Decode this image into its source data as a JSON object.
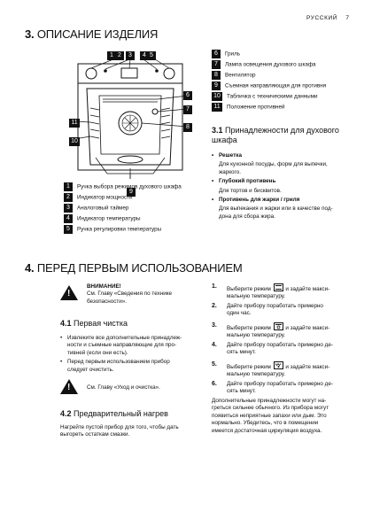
{
  "header": {
    "lang": "РУССКИЙ",
    "page": "7"
  },
  "section3": {
    "num": "3.",
    "title": "ОПИСАНИЕ ИЗДЕЛИЯ",
    "callouts": [
      "1",
      "2",
      "3",
      "4",
      "5",
      "6",
      "7",
      "8",
      "9",
      "10",
      "11"
    ],
    "legend_left": [
      {
        "n": "1",
        "text": "Ручка выбора режимов духового шкафа"
      },
      {
        "n": "2",
        "text": "Индикатор мощности"
      },
      {
        "n": "3",
        "text": "Аналоговый таймер"
      },
      {
        "n": "4",
        "text": "Индикатор температуры"
      },
      {
        "n": "5",
        "text": "Ручка регулировки температуры"
      }
    ],
    "legend_right": [
      {
        "n": "6",
        "text": "Гриль"
      },
      {
        "n": "7",
        "text": "Лампа освещения духового шкафа"
      },
      {
        "n": "8",
        "text": "Вентилятор"
      },
      {
        "n": "9",
        "text": "Съемная направляющая для противня"
      },
      {
        "n": "10",
        "text": "Табличка с техническими данными"
      },
      {
        "n": "11",
        "text": "Положение противней"
      }
    ],
    "sub31": {
      "num": "3.1",
      "title_line1": "Принадлежности для духового",
      "title_line2": "шкафа",
      "items": [
        {
          "head": "Решетка",
          "desc_line1": "Для кухонной посуды, форм для выпечки,",
          "desc_line2": "жаркого."
        },
        {
          "head": "Глубокий противень",
          "desc_line1": "Для тортов и бисквитов.",
          "desc_line2": ""
        },
        {
          "head": "Противень для жарки / гриля",
          "desc_line1": "Для выпекания и жарки или в качестве под-",
          "desc_line2": "дона для сбора жира."
        }
      ]
    }
  },
  "section4": {
    "num": "4.",
    "title": "ПЕРЕД ПЕРВЫМ ИСПОЛЬЗОВАНИЕМ",
    "warning": {
      "head": "ВНИМАНИЕ!",
      "line1": "См. Главу «Сведения по технике",
      "line2": "безопасности»."
    },
    "sub41": {
      "num": "4.1",
      "title": "Первая чистка",
      "bullets": [
        {
          "l1": "Извлеките все дополнительные принадлеж-",
          "l2": "ности и съемные направляющие для про-",
          "l3": "тивней (если они есть)."
        },
        {
          "l1": "Перед первым использованием прибор",
          "l2": "следует очистить.",
          "l3": ""
        }
      ],
      "note": "См. Главу «Уход и очистка»."
    },
    "sub42": {
      "num": "4.2",
      "title": "Предварительный нагрев",
      "line1": "Нагрейте пустой прибор для того, чтобы дать",
      "line2": "выгореть остаткам смазки."
    },
    "steps": [
      {
        "n": "1.",
        "a": "Выберите режим",
        "b": "и задайте макси-",
        "c": "мальную температуру.",
        "icon": "static-heat-icon"
      },
      {
        "n": "2.",
        "a": "Дайте прибору поработать примерно",
        "b": "",
        "c": "один час.",
        "icon": ""
      },
      {
        "n": "3.",
        "a": "Выберите режим",
        "b": "и задайте макси-",
        "c": "мальную температуру.",
        "icon": "fan-heat-icon"
      },
      {
        "n": "4.",
        "a": "Дайте прибору поработать примерно де-",
        "b": "",
        "c": "сять минут.",
        "icon": ""
      },
      {
        "n": "5.",
        "a": "Выберите режим",
        "b": "и задайте макси-",
        "c": "мальную температуру.",
        "icon": "grill-icon"
      },
      {
        "n": "6.",
        "a": "Дайте прибору поработать примерно де-",
        "b": "",
        "c": "сять минут.",
        "icon": ""
      }
    ],
    "after": [
      "Дополнительные принадлежности могут на-",
      "греться сильнее обычного. Из прибора могут",
      "появиться неприятные запахи или дым. Это",
      "нормально. Убедитесь, что в помещении",
      "имеется достаточная циркуляция воздуха."
    ]
  }
}
